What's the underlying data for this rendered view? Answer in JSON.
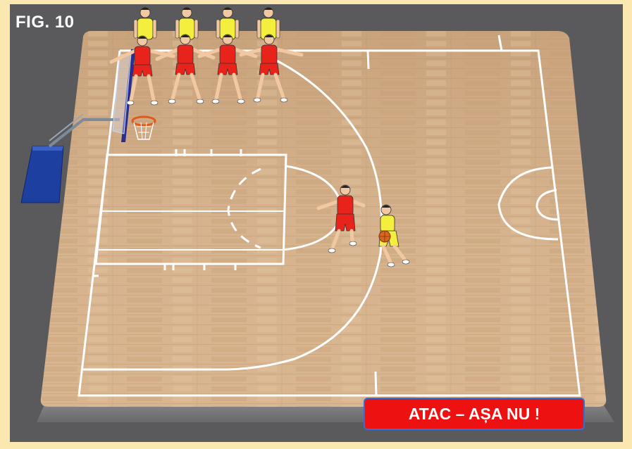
{
  "figure": {
    "label": "FIG. 10",
    "caption": "ATAC – AȘA NU !"
  },
  "colors": {
    "background": "#5a5a5c",
    "court_wood": "#d8b48c",
    "court_lines": "#ffffff",
    "attacker_jersey": "#f4ef3c",
    "defender_jersey": "#e8231c",
    "caption_fill": "#ee1111",
    "caption_border": "#2f6fd6",
    "backboard_pad": "#1d3fa0"
  },
  "players": {
    "defenders_in_line": 4,
    "attackers_in_line": 4,
    "on_court_defender": "red",
    "on_court_attacker_with_ball": "yellow"
  }
}
